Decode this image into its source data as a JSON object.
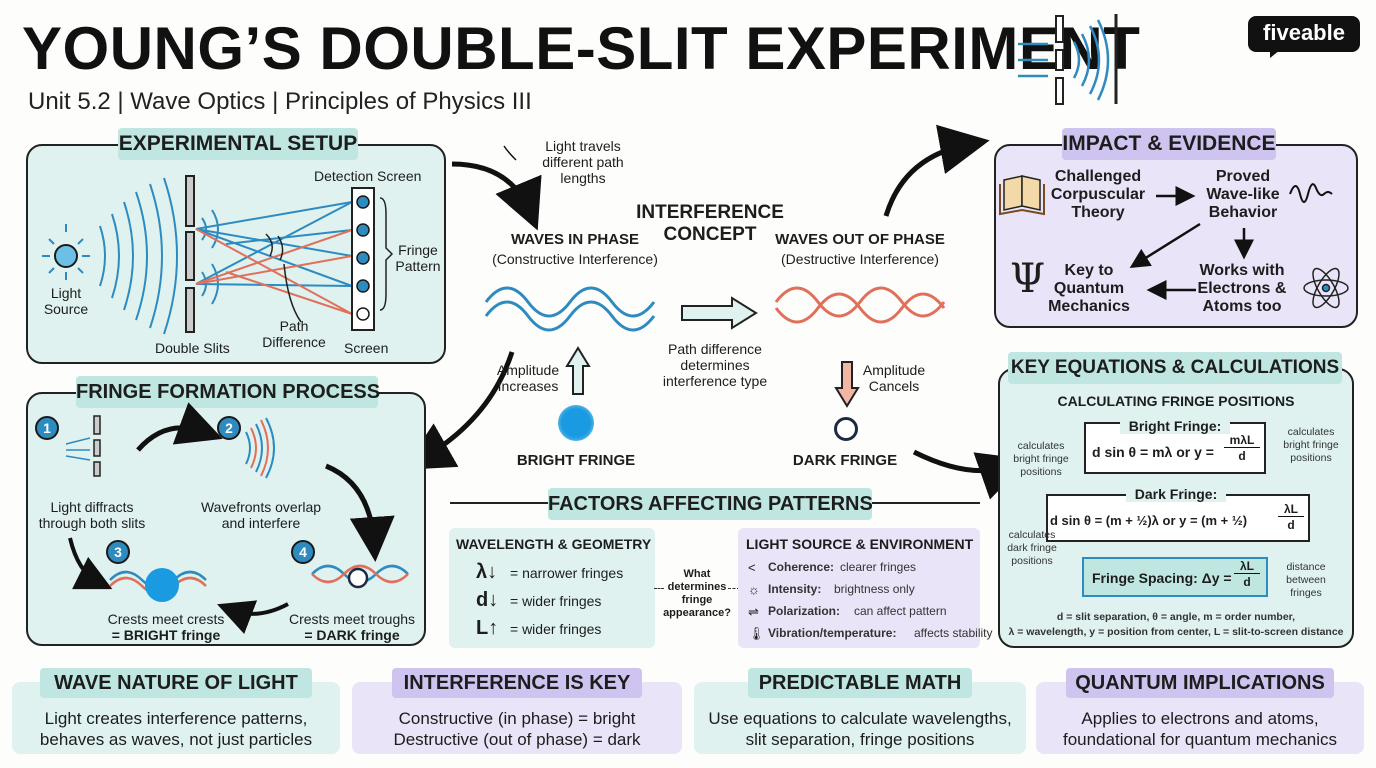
{
  "header": {
    "title": "YOUNG’S DOUBLE-SLIT EXPERIMENT",
    "subtitle": "Unit 5.2 | Wave Optics | Principles of Physics III",
    "logo": "fiveable"
  },
  "colors": {
    "teal_bg": "#dff2f0",
    "lavender_bg": "#e9e4f7",
    "blue": "#2e8bc0",
    "red": "#e0705a",
    "ink": "#1d1d1d"
  },
  "setup": {
    "title": "EXPERIMENTAL SETUP",
    "light_source": "Light\nSource",
    "double_slits": "Double Slits",
    "path_difference": "Path\nDifference",
    "detection_screen": "Detection Screen",
    "fringe_pattern": "Fringe\nPattern",
    "screen": "Screen"
  },
  "concept": {
    "path_note": "Light travels\ndifferent path\nlengths",
    "title": "INTERFERENCE\nCONCEPT",
    "in_phase_title": "WAVES IN PHASE",
    "in_phase_sub": "(Constructive Interference)",
    "out_phase_title": "WAVES OUT OF PHASE",
    "out_phase_sub": "(Destructive Interference)",
    "path_determines": "Path difference\ndetermines\ninterference type",
    "amp_inc": "Amplitude\nIncreases",
    "amp_cancel": "Amplitude\nCancels",
    "bright": "BRIGHT FRINGE",
    "dark": "DARK FRINGE"
  },
  "impact": {
    "title": "IMPACT & EVIDENCE",
    "challenged": "Challenged\nCorpuscular\nTheory",
    "proved": "Proved\nWave-like\nBehavior",
    "quantum": "Key to\nQuantum\nMechanics",
    "electrons": "Works with\nElectrons &\nAtoms too"
  },
  "fringe": {
    "title": "FRINGE FORMATION PROCESS",
    "steps": [
      "1",
      "2",
      "3",
      "4"
    ],
    "s1": "Light diffracts\nthrough both slits",
    "s2": "Wavefronts overlap\nand interfere",
    "s3a": "Crests meet crests",
    "s3b": "= BRIGHT fringe",
    "s4a": "Crests meet troughs",
    "s4b": "= DARK fringe"
  },
  "factors": {
    "title": "FACTORS AFFECTING PATTERNS",
    "wg_title": "WAVELENGTH & GEOMETRY",
    "wg_items": [
      {
        "sym": "λ↓",
        "text": "= narrower fringes"
      },
      {
        "sym": "d↓",
        "text": "= wider fringes"
      },
      {
        "sym": "L↑",
        "text": "= wider fringes"
      }
    ],
    "question": "What\ndetermines\nfringe\nappearance?",
    "ls_title": "LIGHT SOURCE & ENVIRONMENT",
    "ls_items": [
      {
        "icon": "coherence-icon",
        "glyph": "<",
        "b": "Coherence:",
        "t": "clearer fringes"
      },
      {
        "icon": "sun-icon",
        "glyph": "☼",
        "b": "Intensity:",
        "t": "brightness only"
      },
      {
        "icon": "polarization-icon",
        "glyph": "⇌",
        "b": "Polarization:",
        "t": "can affect pattern"
      },
      {
        "icon": "thermometer-icon",
        "glyph": "🌡",
        "b": "Vibration/temperature:",
        "t": "affects stability"
      }
    ]
  },
  "equations": {
    "title": "KEY EQUATIONS & CALCULATIONS",
    "subtitle": "CALCULATING FRINGE POSITIONS",
    "bright_label": "Bright Fringe:",
    "bright_eq": "d sin θ = mλ  or  y =",
    "bright_num": "mλL",
    "bright_den": "d",
    "note_bright_left": "calculates\nbright fringe\npositions",
    "note_bright_right": "calculates\nbright fringe\npositions",
    "dark_label": "Dark Fringe:",
    "dark_eq": "d sin θ = (m + ½)λ  or  y = (m + ½)",
    "dark_num": "λL",
    "dark_den": "d",
    "note_dark": "calculates\ndark fringe\npositions",
    "spacing_eq": "Fringe Spacing: Δy =",
    "spacing_num": "λL",
    "spacing_den": "d",
    "note_spacing": "distance\nbetween\nfringes",
    "legend1": "d = slit separation, θ = angle, m = order number,",
    "legend2": "λ = wavelength, y = position from center, L = slit-to-screen distance"
  },
  "bottom": [
    {
      "title": "WAVE NATURE OF LIGHT",
      "text": "Light creates interference patterns,\nbehaves as waves, not just particles"
    },
    {
      "title": "INTERFERENCE IS KEY",
      "text": "Constructive (in phase) = bright\nDestructive (out of phase) = dark"
    },
    {
      "title": "PREDICTABLE MATH",
      "text": "Use equations to calculate wavelengths,\nslit separation, fringe positions"
    },
    {
      "title": "QUANTUM IMPLICATIONS",
      "text": "Applies to electrons and atoms,\nfoundational for quantum mechanics"
    }
  ]
}
